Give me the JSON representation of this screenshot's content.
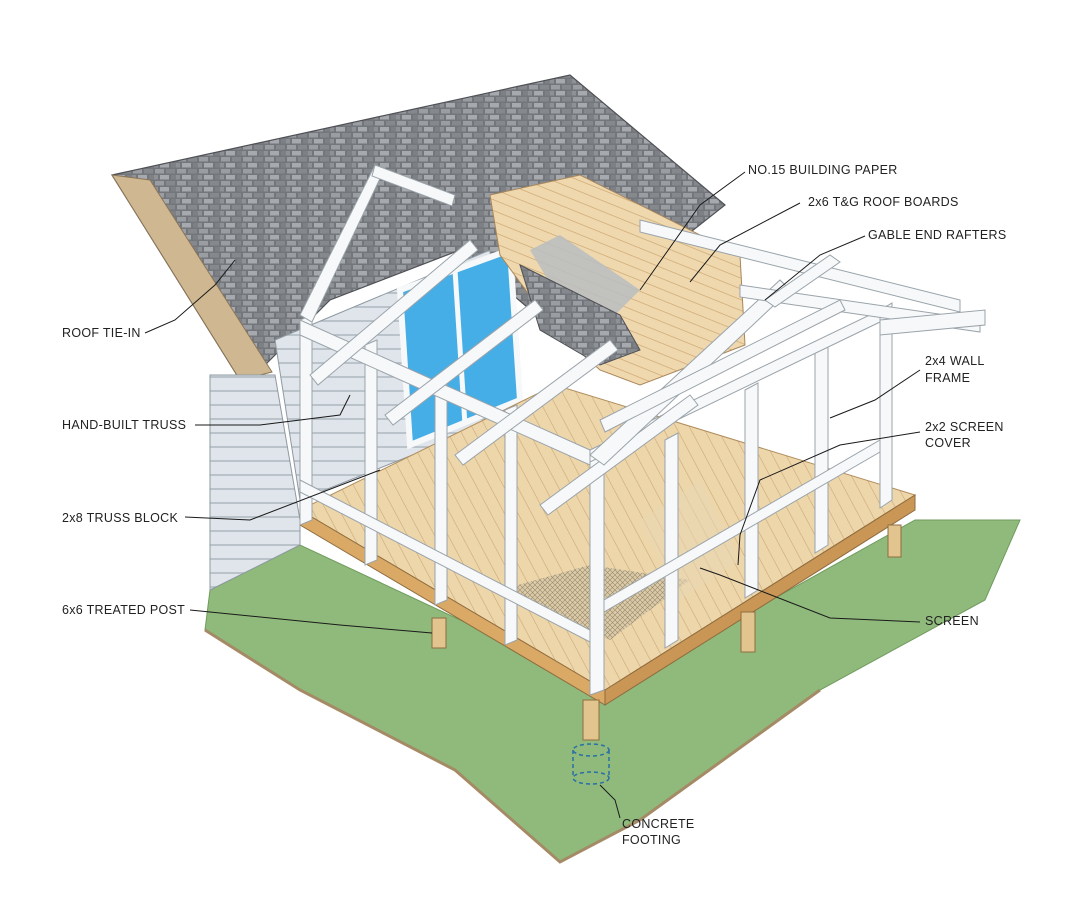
{
  "labels": {
    "building_paper": "NO.15 BUILDING PAPER",
    "roof_boards": "2x6 T&G ROOF BOARDS",
    "gable_rafters": "GABLE END RAFTERS",
    "roof_tie_in": "ROOF TIE-IN",
    "wall_frame_1": "2x4 WALL",
    "wall_frame_2": "FRAME",
    "hand_built_truss": "HAND-BUILT TRUSS",
    "screen_cover_1": "2x2 SCREEN",
    "screen_cover_2": "COVER",
    "truss_block": "2x8 TRUSS BLOCK",
    "treated_post": "6x6 TREATED POST",
    "screen": "SCREEN",
    "footing_1": "CONCRETE",
    "footing_2": "FOOTING"
  },
  "colors": {
    "ground": "#8fb87a",
    "shingle": "#6d6f74",
    "siding": "#dde3e8",
    "decking": "#ecd2a6",
    "framing": "#f5f7f8",
    "glass": "#3fa6e0"
  }
}
